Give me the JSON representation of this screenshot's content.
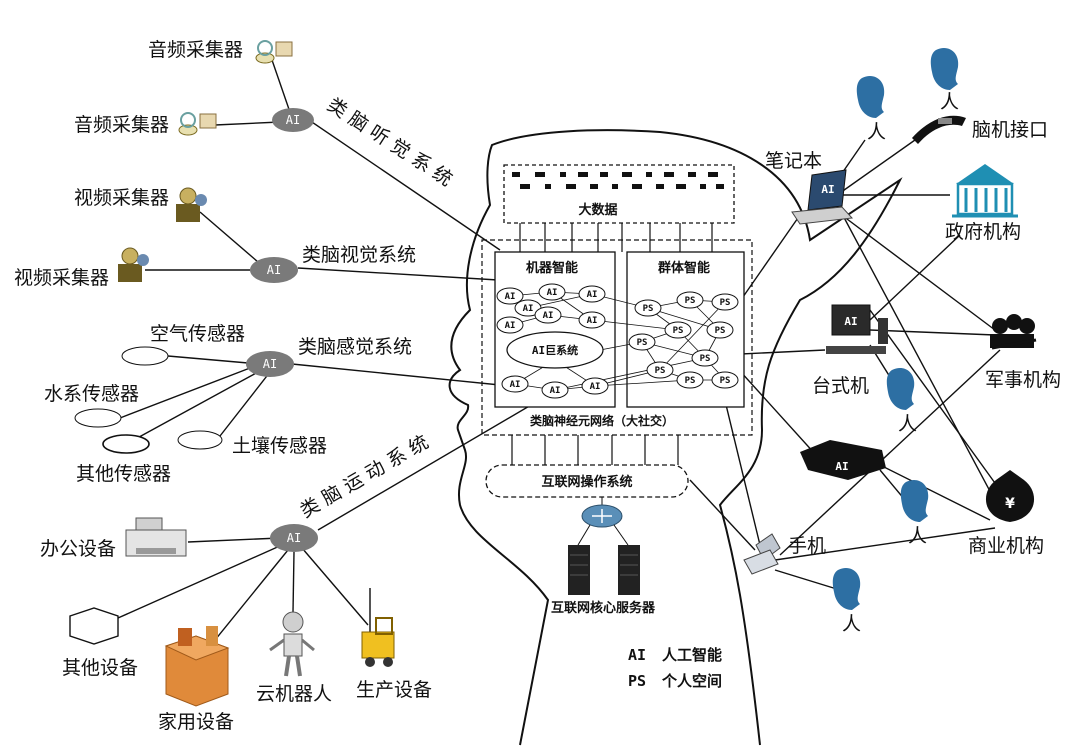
{
  "labels": {
    "audio1": "音频采集器",
    "audio2": "音频采集器",
    "video1": "视频采集器",
    "video2": "视频采集器",
    "air": "空气传感器",
    "water": "水系传感器",
    "soil": "土壤传感器",
    "other_sensor": "其他传感器",
    "office": "办公设备",
    "other_device": "其他设备",
    "home": "家用设备",
    "robot": "云机器人",
    "production": "生产设备",
    "hearing": "类 脑 听 觉 系 统",
    "vision": "类脑视觉系统",
    "sense": "类脑感觉系统",
    "motion": "类 脑 运 动 系 统",
    "bigdata": "大数据",
    "machine_intel": "机器智能",
    "group_intel": "群体智能",
    "ai_giant": "AI巨系统",
    "neural_net": "类脑神经元网络（大社交）",
    "os": "互联网操作系统",
    "server": "互联网核心服务器",
    "laptop": "笔记本",
    "bci": "脑机接口",
    "gov": "政府机构",
    "desktop": "台式机",
    "military": "军事机构",
    "phone": "手机",
    "business": "商业机构",
    "person": "人"
  },
  "hub": "AI",
  "node_ai": "AI",
  "node_ps": "PS",
  "screen_ai": "AI",
  "legend": [
    {
      "key": "AI",
      "text": "人工智能"
    },
    {
      "key": "PS",
      "text": "个人空间"
    }
  ],
  "colors": {
    "hub": "#7a7a7a",
    "person": "#2d6fa3",
    "gov": "#1f8fb3",
    "line": "#111111"
  }
}
